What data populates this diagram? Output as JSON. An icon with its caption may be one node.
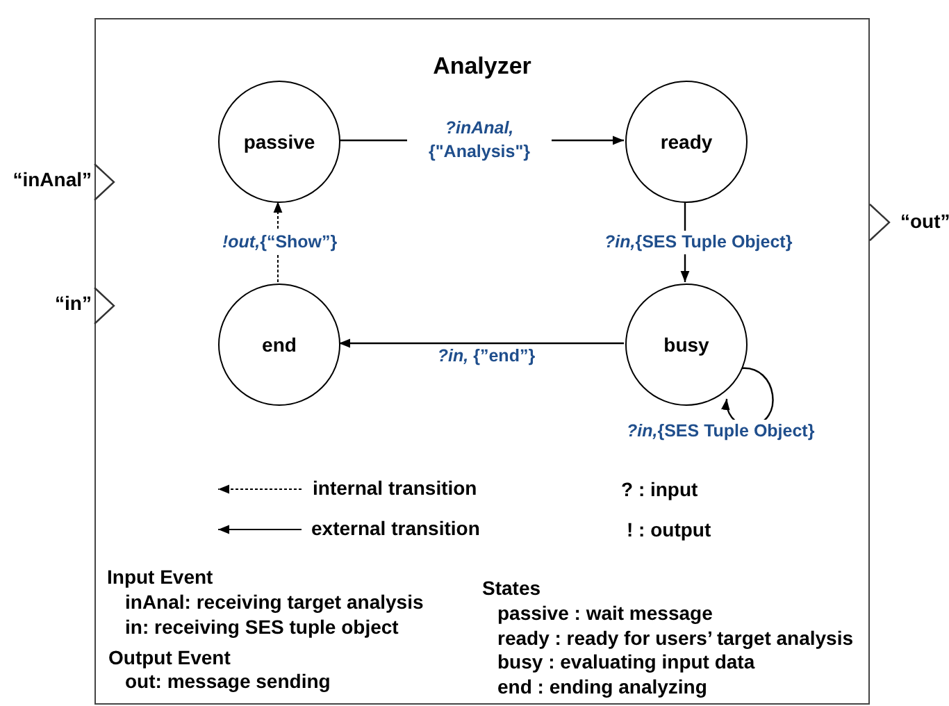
{
  "diagram": {
    "nodes": [
      {
        "text": [
          "Analyzer"
        ]
      },
      {
        "text": [
          "passive"
        ],
        "in": 0
      },
      {
        "text": [
          "ready"
        ],
        "in": 0
      },
      {
        "text": [
          "busy"
        ],
        "in": 0
      },
      {
        "text": [
          "end"
        ],
        "in": 0
      }
    ],
    "edges": [
      {
        "from": 1,
        "to": 2,
        "arrow": "to",
        "label": "*?inAnal,* {\"Analysis\"}"
      },
      {
        "from": 2,
        "to": 3,
        "arrow": "to",
        "label": "*?in,*{SES Tuple Object}"
      },
      {
        "from": 3,
        "to": 4,
        "arrow": "to",
        "label": "*?in,* {”end”}"
      },
      {
        "from": 4,
        "to": 1,
        "arrow": "to",
        "style": "dashed",
        "label": "*!out,*{“Show”}"
      },
      {
        "from": 3,
        "to": 3,
        "arrow": "to",
        "label": "*?in,*{SES Tuple Object}"
      }
    ],
    "labels": [
      "“inAnal”",
      "“in”",
      "“out”",
      "? : input",
      "! : output",
      "Input Event",
      "inAnal: receiving target analysis",
      "in: receiving SES tuple object",
      "Output Event",
      "out: message sending",
      "States",
      "passive : wait message",
      "ready : ready for users’ target analysis",
      "busy : evaluating input data",
      "end : ending analyzing"
    ],
    "legend": [
      {
        "text": "internal transition"
      },
      {
        "text": "external transition"
      }
    ]
  }
}
